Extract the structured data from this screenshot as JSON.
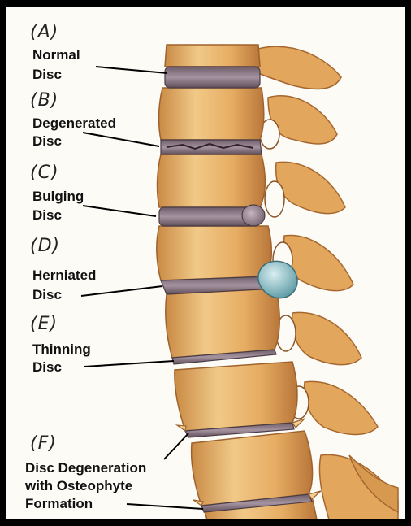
{
  "diagram": {
    "colors": {
      "bone": "#e8b36a",
      "bone_dark": "#b9773a",
      "bone_light": "#f6d9a4",
      "disc": "#8f7b86",
      "disc_dark": "#5f4f5a",
      "herniation": "#8fc1c8",
      "frame": "#000000"
    },
    "items": [
      {
        "letter": "(A)",
        "line1": "Normal",
        "line2": "Disc"
      },
      {
        "letter": "(B)",
        "line1": "Degenerated",
        "line2": "Disc"
      },
      {
        "letter": "(C)",
        "line1": "Bulging",
        "line2": "Disc"
      },
      {
        "letter": "(D)",
        "line1": "Herniated",
        "line2": "Disc"
      },
      {
        "letter": "(E)",
        "line1": "Thinning",
        "line2": "Disc"
      },
      {
        "letter": "(F)",
        "line1": "Disc Degeneration",
        "line2": "with Osteophyte",
        "line3": "Formation"
      }
    ]
  }
}
